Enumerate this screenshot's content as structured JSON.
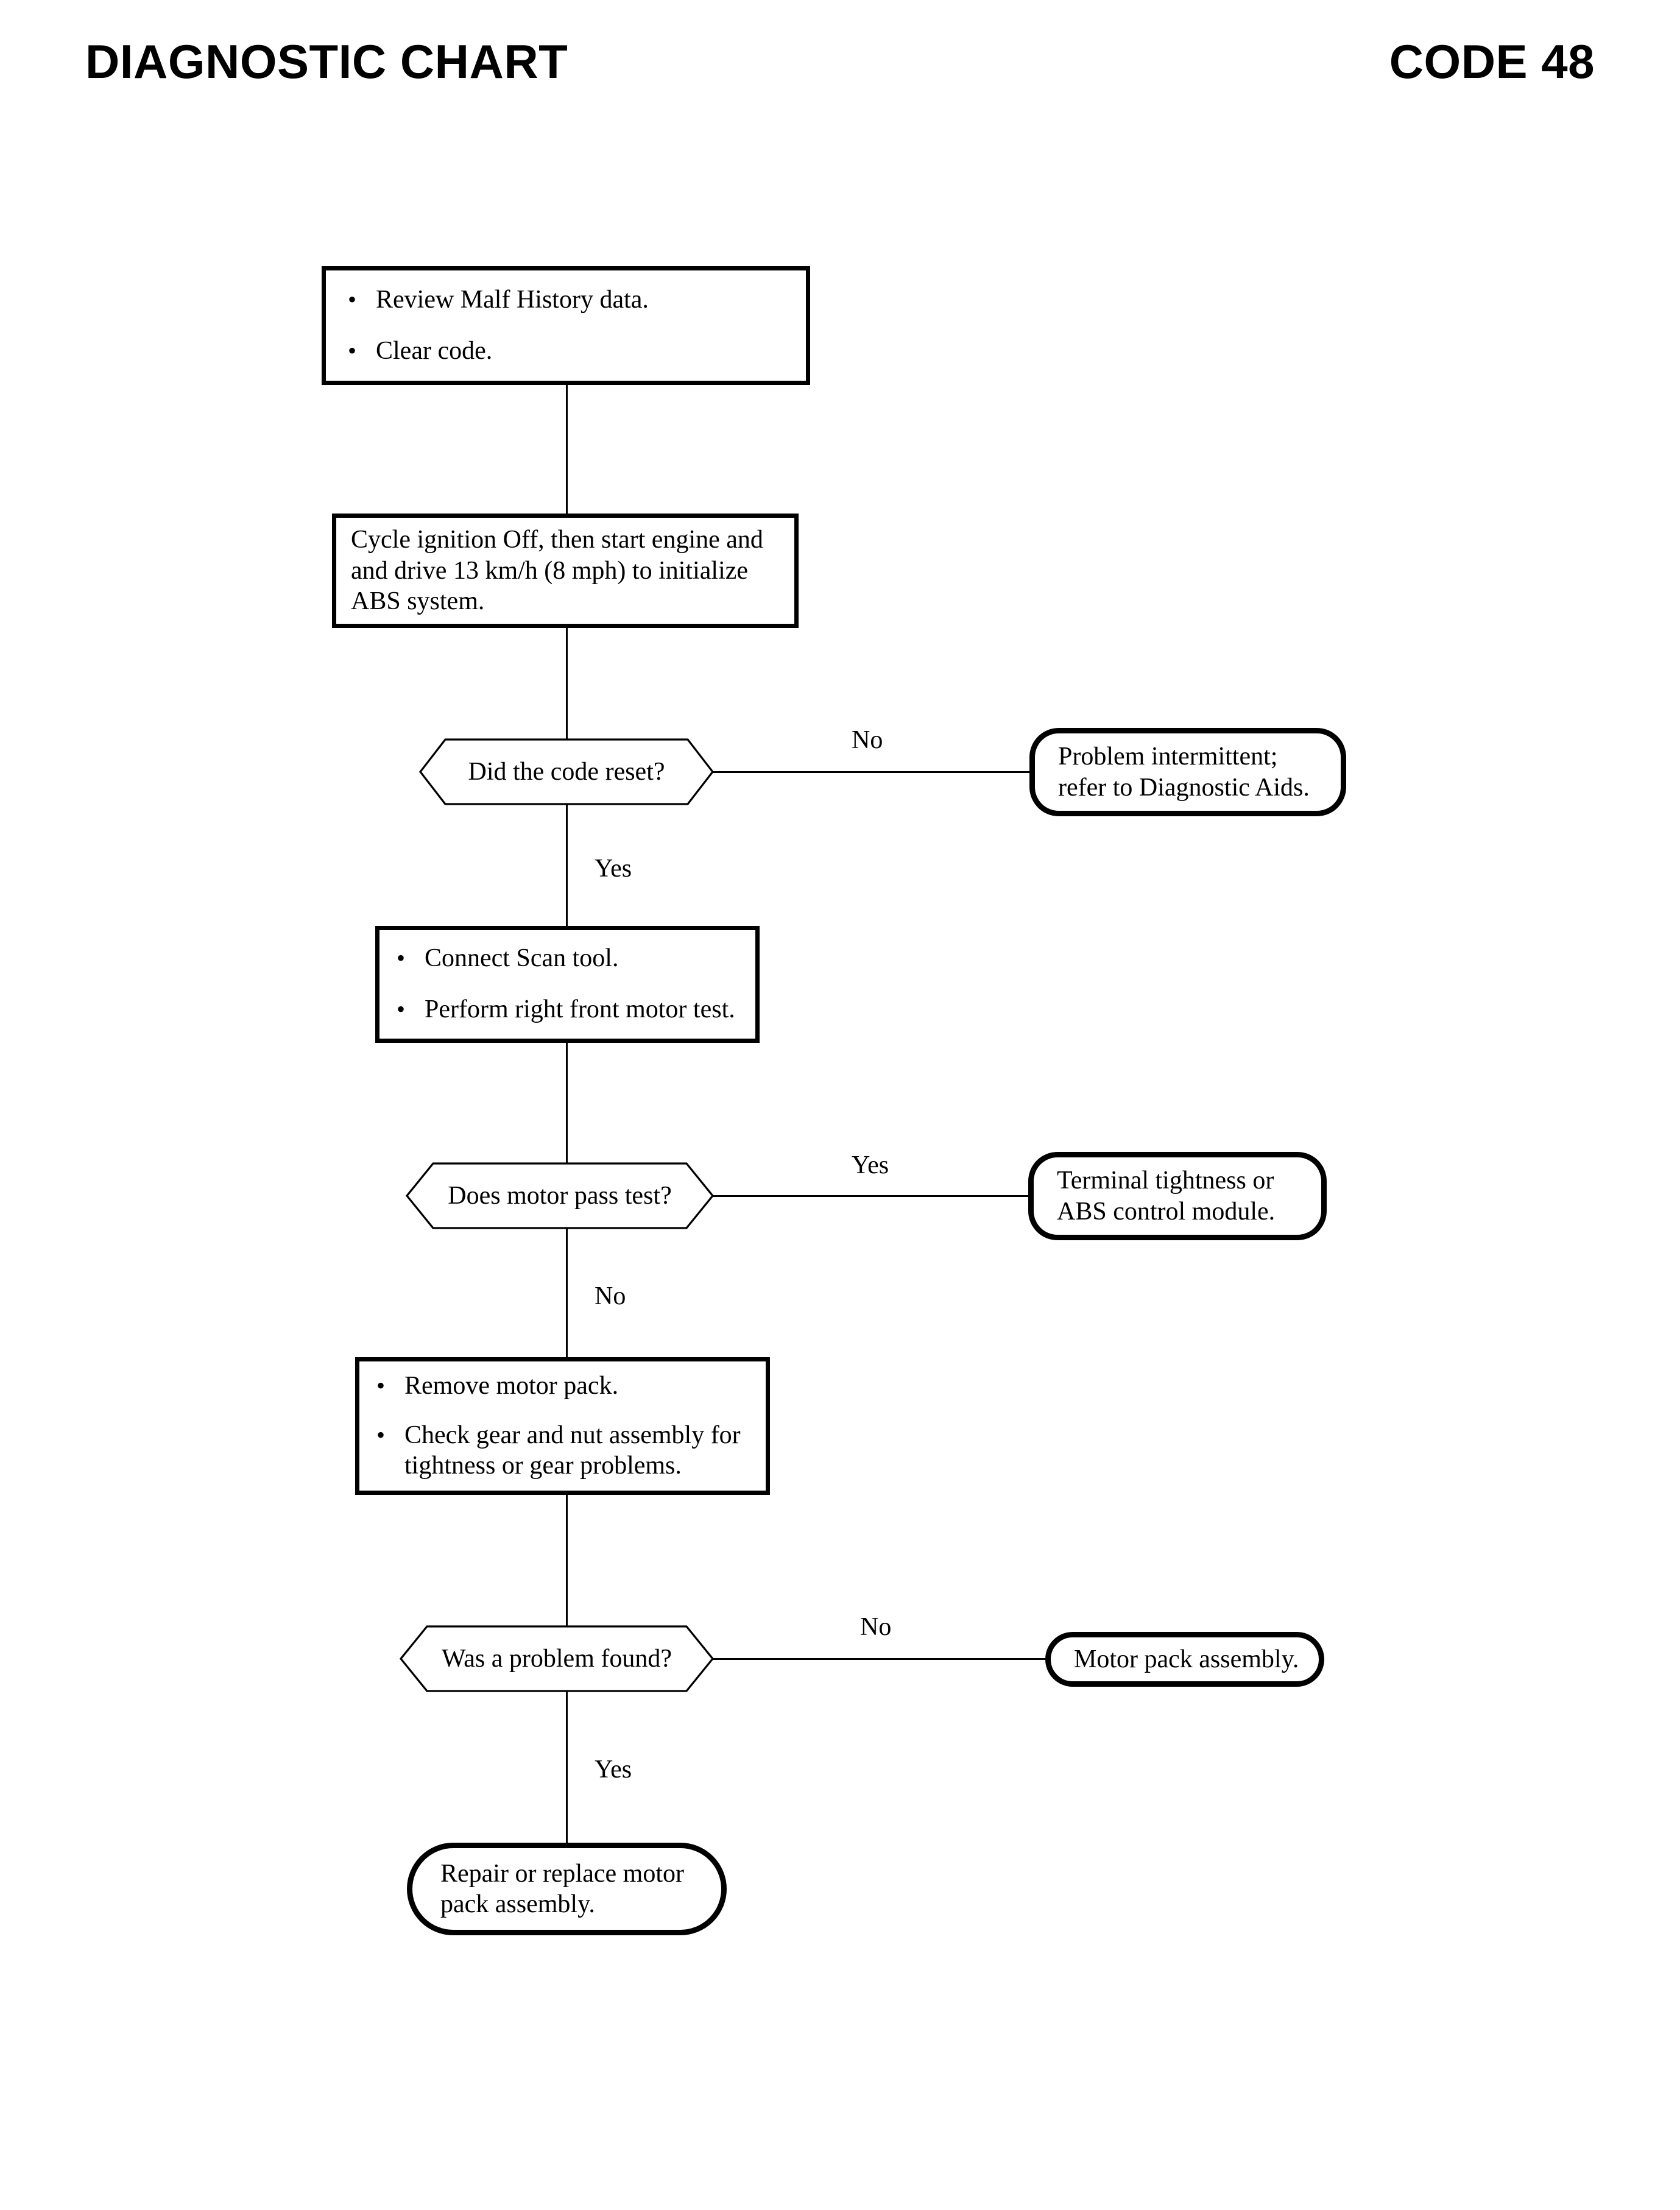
{
  "header": {
    "title": "DIAGNOSTIC CHART",
    "code": "CODE 48"
  },
  "chart_data": {
    "type": "flowchart",
    "title": "DIAGNOSTIC CHART",
    "code": "CODE 48",
    "orientation": "top-to-bottom",
    "nodes": [
      {
        "id": "step1",
        "shape": "process",
        "style": "rectangle-thick-border",
        "bullets": [
          "Review Malf History data.",
          "Clear code."
        ]
      },
      {
        "id": "step2",
        "shape": "process",
        "style": "rectangle-thick-border",
        "lines": [
          "Cycle ignition Off, then start engine and",
          "and drive 13 km/h (8 mph) to initialize",
          "ABS system."
        ]
      },
      {
        "id": "decision1",
        "shape": "decision",
        "style": "hexagon",
        "text": "Did the code reset?"
      },
      {
        "id": "terminal1",
        "shape": "terminal",
        "style": "rounded-thick-border",
        "lines": [
          "Problem intermittent;",
          "refer to Diagnostic Aids."
        ]
      },
      {
        "id": "step3",
        "shape": "process",
        "style": "rectangle-thick-border",
        "bullets": [
          "Connect Scan tool.",
          "Perform right front motor test."
        ]
      },
      {
        "id": "decision2",
        "shape": "decision",
        "style": "hexagon",
        "text": "Does motor pass test?"
      },
      {
        "id": "terminal2",
        "shape": "terminal",
        "style": "rounded-thick-border",
        "lines": [
          "Terminal tightness or",
          "ABS control module."
        ]
      },
      {
        "id": "step4",
        "shape": "process",
        "style": "rectangle-thick-border",
        "bullets": [
          "Remove motor pack.",
          "Check gear and nut assembly for tightness or gear problems."
        ]
      },
      {
        "id": "decision3",
        "shape": "decision",
        "style": "hexagon",
        "text": "Was a problem found?"
      },
      {
        "id": "terminal3",
        "shape": "terminal",
        "style": "rounded-thick-border",
        "lines": [
          "Motor pack assembly."
        ]
      },
      {
        "id": "terminal4",
        "shape": "terminal",
        "style": "rounded-thick-border",
        "lines": [
          "Repair or replace motor",
          "pack assembly."
        ]
      }
    ],
    "edges": [
      {
        "from": "step1",
        "to": "step2",
        "label": ""
      },
      {
        "from": "step2",
        "to": "decision1",
        "label": ""
      },
      {
        "from": "decision1",
        "to": "terminal1",
        "label": "No",
        "direction": "right"
      },
      {
        "from": "decision1",
        "to": "step3",
        "label": "Yes",
        "direction": "down"
      },
      {
        "from": "step3",
        "to": "decision2",
        "label": ""
      },
      {
        "from": "decision2",
        "to": "terminal2",
        "label": "Yes",
        "direction": "right"
      },
      {
        "from": "decision2",
        "to": "step4",
        "label": "No",
        "direction": "down"
      },
      {
        "from": "step4",
        "to": "decision3",
        "label": ""
      },
      {
        "from": "decision3",
        "to": "terminal3",
        "label": "No",
        "direction": "right"
      },
      {
        "from": "decision3",
        "to": "terminal4",
        "label": "Yes",
        "direction": "down"
      }
    ],
    "colors": {
      "stroke": "#000000",
      "fill": "#ffffff",
      "text": "#000000"
    }
  },
  "flow": {
    "box1": {
      "bullet1": "Review Malf History data.",
      "bullet2": "Clear code.",
      "marker": "•"
    },
    "box2": {
      "line1": "Cycle ignition Off, then start engine and",
      "line2": "and drive 13 km/h (8 mph) to initialize",
      "line3": "ABS system."
    },
    "decision1": {
      "text": "Did the code reset?"
    },
    "terminal1": {
      "line1": "Problem intermittent;",
      "line2": "refer to Diagnostic Aids."
    },
    "edge1_label": "No",
    "edge2_label": "Yes",
    "box3": {
      "bullet1": "Connect Scan tool.",
      "bullet2": "Perform right front motor test.",
      "marker": "•"
    },
    "decision2": {
      "text": "Does motor pass test?"
    },
    "terminal2": {
      "line1": "Terminal tightness or",
      "line2": "ABS control module."
    },
    "edge3_label": "Yes",
    "edge4_label": "No",
    "box4": {
      "bullet1": "Remove motor pack.",
      "bullet2_line1": "Check gear and nut assembly for",
      "bullet2_line2": "tightness or gear problems.",
      "marker": "•"
    },
    "decision3": {
      "text": "Was a problem found?"
    },
    "terminal3": {
      "line1": "Motor pack assembly."
    },
    "edge5_label": "No",
    "edge6_label": "Yes",
    "terminal4": {
      "line1": "Repair or replace motor",
      "line2": "pack assembly."
    }
  }
}
